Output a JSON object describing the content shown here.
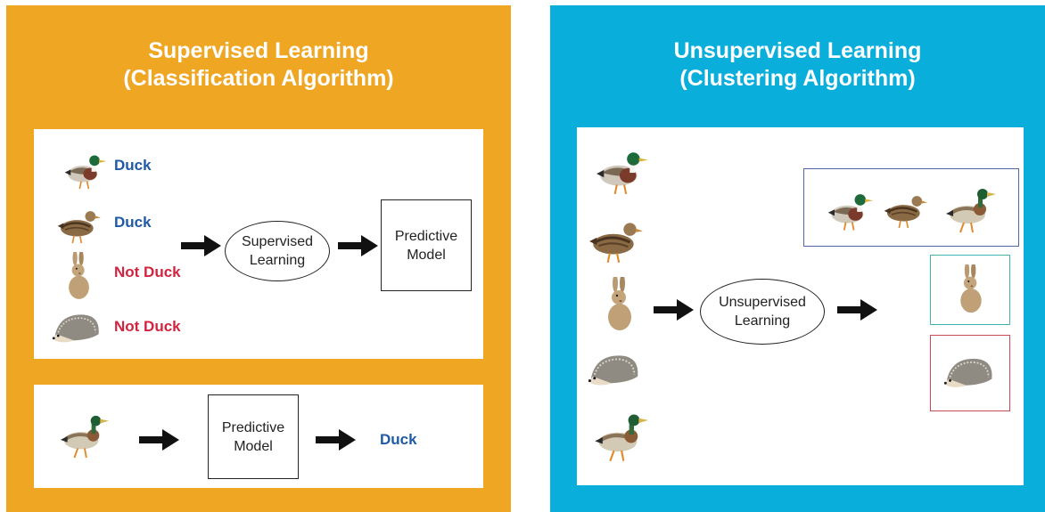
{
  "supervised": {
    "title_line1": "Supervised Learning",
    "title_line2": "(Classification Algorithm)",
    "training_labels": [
      "Duck",
      "Duck",
      "Not Duck",
      "Not Duck"
    ],
    "process_label": "Supervised\nLearning",
    "model_label": "Predictive\nModel",
    "prediction_model_label": "Predictive\nModel",
    "prediction_output": "Duck"
  },
  "unsupervised": {
    "title_line1": "Unsupervised Learning",
    "title_line2": "(Clustering Algorithm)",
    "process_label": "Unsupervised\nLearning"
  },
  "colors": {
    "supervised_bg": "#efa623",
    "unsupervised_bg": "#0aaedb",
    "duck_label": "#1f5aa6",
    "not_duck_label": "#d2243f",
    "cluster_ducks_border": "#4e69a3",
    "cluster_rabbit_border": "#3fb6b3",
    "cluster_hedgehog_border": "#c84b54"
  },
  "icons": [
    "mallard-duck-icon",
    "female-duck-icon",
    "rabbit-icon",
    "hedgehog-icon",
    "walking-duck-icon",
    "arrow-right-icon"
  ]
}
